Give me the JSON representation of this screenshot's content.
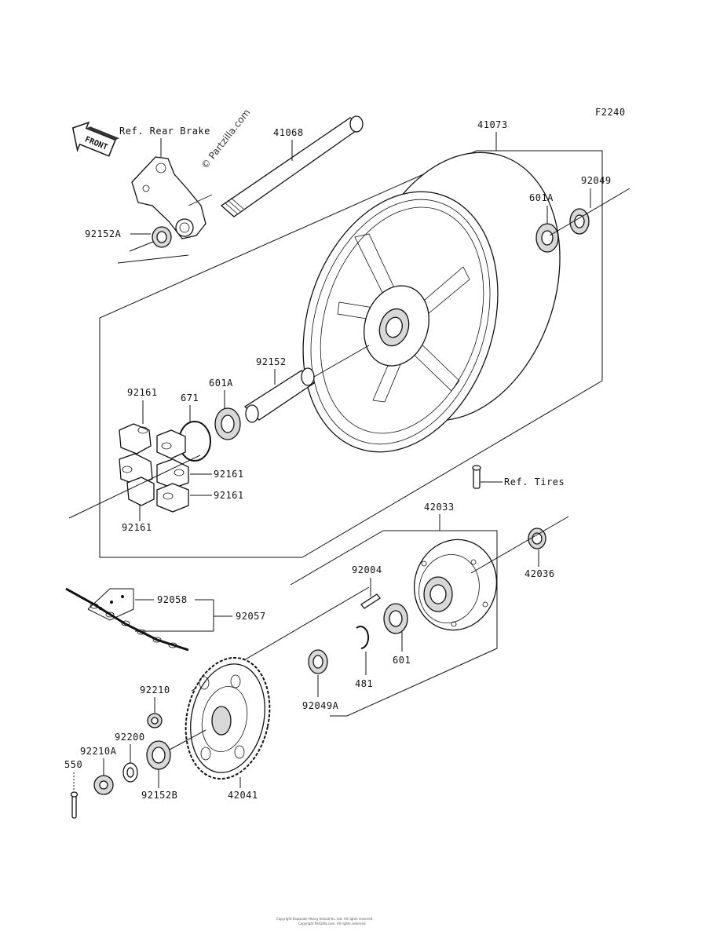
{
  "figure_code": "F2240",
  "watermark": "© Partzilla.com",
  "front_badge": "FRONT",
  "refs": {
    "rear_brake": "Ref. Rear Brake",
    "tires": "Ref. Tires"
  },
  "parts": {
    "p41068": "41068",
    "p41073": "41073",
    "p92049": "92049",
    "p601a_top": "601A",
    "p92152a": "92152A",
    "p92152": "92152",
    "p601a": "601A",
    "p671": "671",
    "p92161_a": "92161",
    "p92161_b": "92161",
    "p92161_c": "92161",
    "p92161_d": "92161",
    "p42033": "42033",
    "p42036": "42036",
    "p92004": "92004",
    "p92058": "92058",
    "p92057": "92057",
    "p601": "601",
    "p481": "481",
    "p92049a": "92049A",
    "p92210": "92210",
    "p92200": "92200",
    "p92210a": "92210A",
    "p550": "550",
    "p92152b": "92152B",
    "p42041": "42041"
  },
  "footer": {
    "line1": "Copyright Kawasaki Heavy Industries, Ltd. All rights reserved.",
    "line2": "Copyright Partzilla.com. All rights reserved."
  }
}
